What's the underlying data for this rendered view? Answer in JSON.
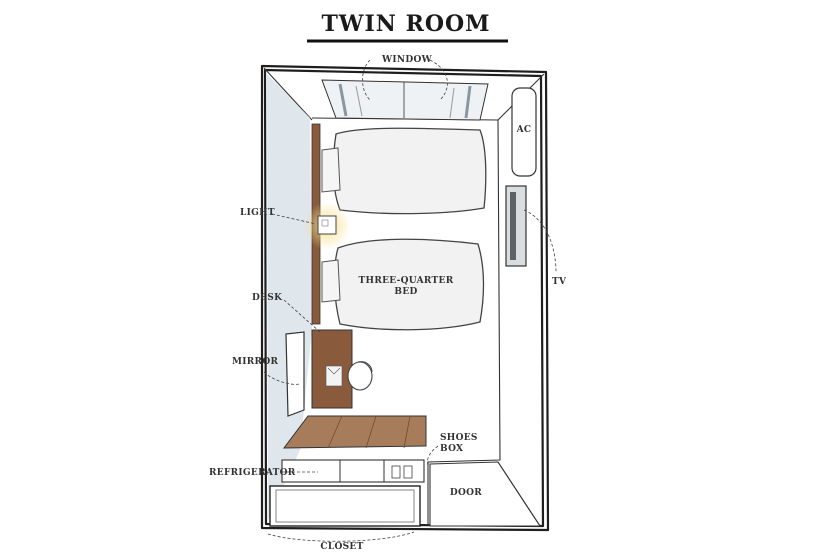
{
  "title": "TWIN ROOM",
  "labels": {
    "window": "WINDOW",
    "ac": "AC",
    "tv": "TV",
    "light": "LIGHT",
    "bed_line1": "THREE-QUARTER",
    "bed_line2": "BED",
    "desk": "DESK",
    "mirror": "MIRROR",
    "shoes_line1": "SHOES",
    "shoes_line2": "BOX",
    "refrigerator": "REFRIGERATOR",
    "door": "DOOR",
    "closet": "CLOSET"
  },
  "colors": {
    "wall_tint": "#dfe6ec",
    "floor_wood": "#a67c5b",
    "desk_wood": "#8a5a3c",
    "light_glow": "#f3d57a",
    "bed_fill": "#f2f2f2"
  }
}
